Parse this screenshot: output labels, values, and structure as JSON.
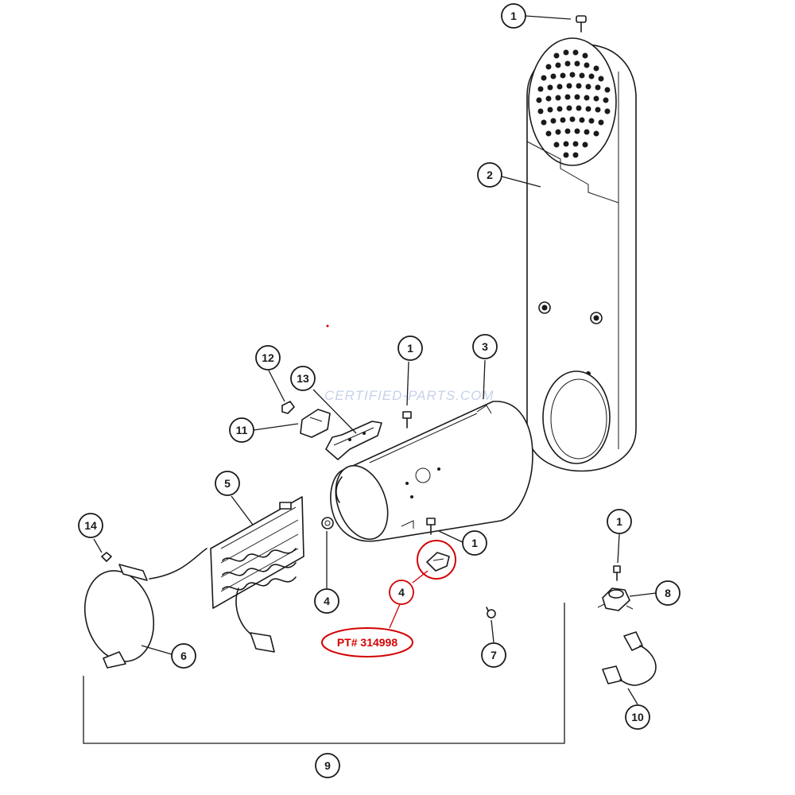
{
  "watermark": "CERTIFIED-PARTS.COM",
  "highlight_color": "#d40000",
  "callouts": [
    {
      "id": "c1-top",
      "label": "1"
    },
    {
      "id": "c2",
      "label": "2"
    },
    {
      "id": "c3",
      "label": "3"
    },
    {
      "id": "c1-mid",
      "label": "1"
    },
    {
      "id": "c12",
      "label": "12"
    },
    {
      "id": "c13",
      "label": "13"
    },
    {
      "id": "c11",
      "label": "11"
    },
    {
      "id": "c5",
      "label": "5"
    },
    {
      "id": "c14",
      "label": "14"
    },
    {
      "id": "c6",
      "label": "6"
    },
    {
      "id": "c4-left",
      "label": "4"
    },
    {
      "id": "c1-heater",
      "label": "1"
    },
    {
      "id": "c4-red",
      "label": "4"
    },
    {
      "id": "c7",
      "label": "7"
    },
    {
      "id": "c1-right",
      "label": "1"
    },
    {
      "id": "c8",
      "label": "8"
    },
    {
      "id": "c10",
      "label": "10"
    },
    {
      "id": "c9",
      "label": "9"
    }
  ],
  "part_number_label": "PT# 314998"
}
